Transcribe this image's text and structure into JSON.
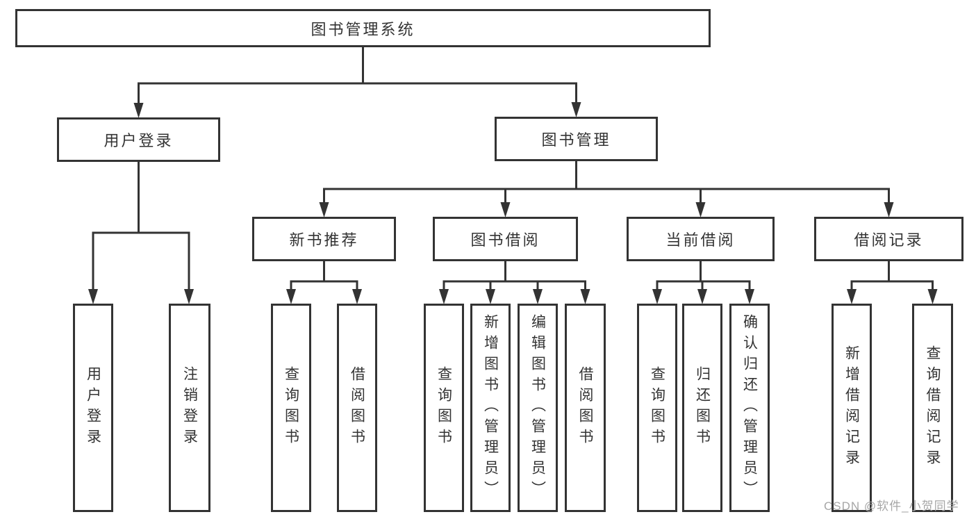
{
  "colors": {
    "line": "#333333",
    "node_border": "#333333",
    "node_text": "#333333",
    "background": "#ffffff",
    "watermark_text_color": "#a6a6a6"
  },
  "tree": {
    "root": {
      "label": "图书管理系统"
    },
    "branches": [
      {
        "label": "用户登录",
        "children": [
          {
            "label": "用户登录"
          },
          {
            "label": "注销登录"
          }
        ]
      },
      {
        "label": "图书管理",
        "children": [
          {
            "label": "新书推荐",
            "children": [
              {
                "label": "查询图书"
              },
              {
                "label": "借阅图书"
              }
            ]
          },
          {
            "label": "图书借阅",
            "children": [
              {
                "label": "查询图书"
              },
              {
                "label": "新增图书（管理员）"
              },
              {
                "label": "编辑图书（管理员）"
              },
              {
                "label": "借阅图书"
              }
            ]
          },
          {
            "label": "当前借阅",
            "children": [
              {
                "label": "查询图书"
              },
              {
                "label": "归还图书"
              },
              {
                "label": "确认归还（管理员）"
              }
            ]
          },
          {
            "label": "借阅记录",
            "children": [
              {
                "label": "新增借阅记录"
              },
              {
                "label": "查询借阅记录"
              }
            ]
          }
        ]
      }
    ]
  },
  "watermark": {
    "text": "CSDN @软件_小贺同学"
  }
}
